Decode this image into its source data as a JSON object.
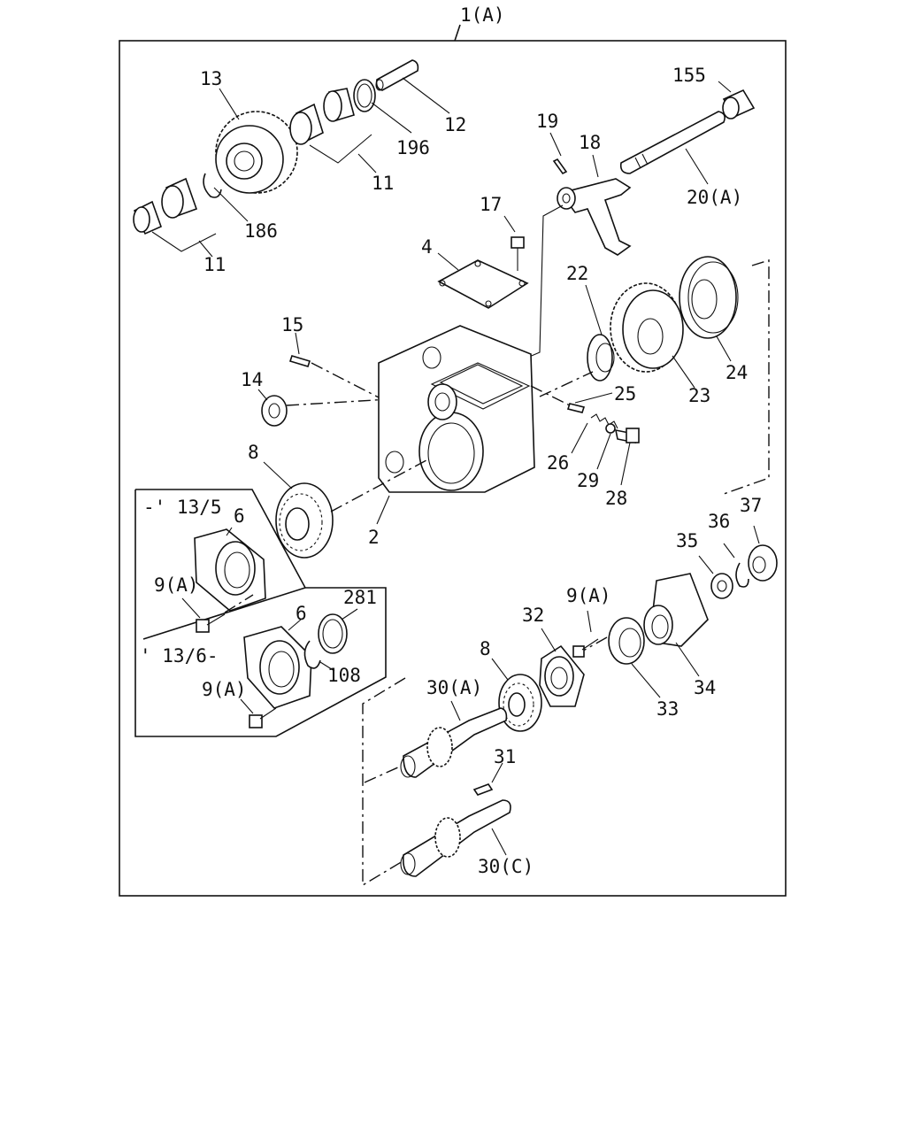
{
  "diagram": {
    "assembly_label": "1(A)",
    "callouts": {
      "p13": "13",
      "p12": "12",
      "p196": "196",
      "p11a": "11",
      "p11b": "11",
      "p186": "186",
      "p155": "155",
      "p19": "19",
      "p18": "18",
      "p20a": "20(A)",
      "p17": "17",
      "p4": "4",
      "p22": "22",
      "p15": "15",
      "p14": "14",
      "p24": "24",
      "p23": "23",
      "p25": "25",
      "p8a": "8",
      "p26": "26",
      "p29": "29",
      "p28": "28",
      "p2": "2",
      "p6a": "6",
      "p9a1": "9(A)",
      "p281": "281",
      "p6b": "6",
      "p108": "108",
      "p9a2": "9(A)",
      "p37": "37",
      "p36": "36",
      "p35": "35",
      "p9a3": "9(A)",
      "p32": "32",
      "p34": "34",
      "p33": "33",
      "p8b": "8",
      "p30a": "30(A)",
      "p31": "31",
      "p30c": "30(C)"
    },
    "variant_labels": {
      "upto": "-' 13/5",
      "from": "' 13/6-"
    }
  }
}
